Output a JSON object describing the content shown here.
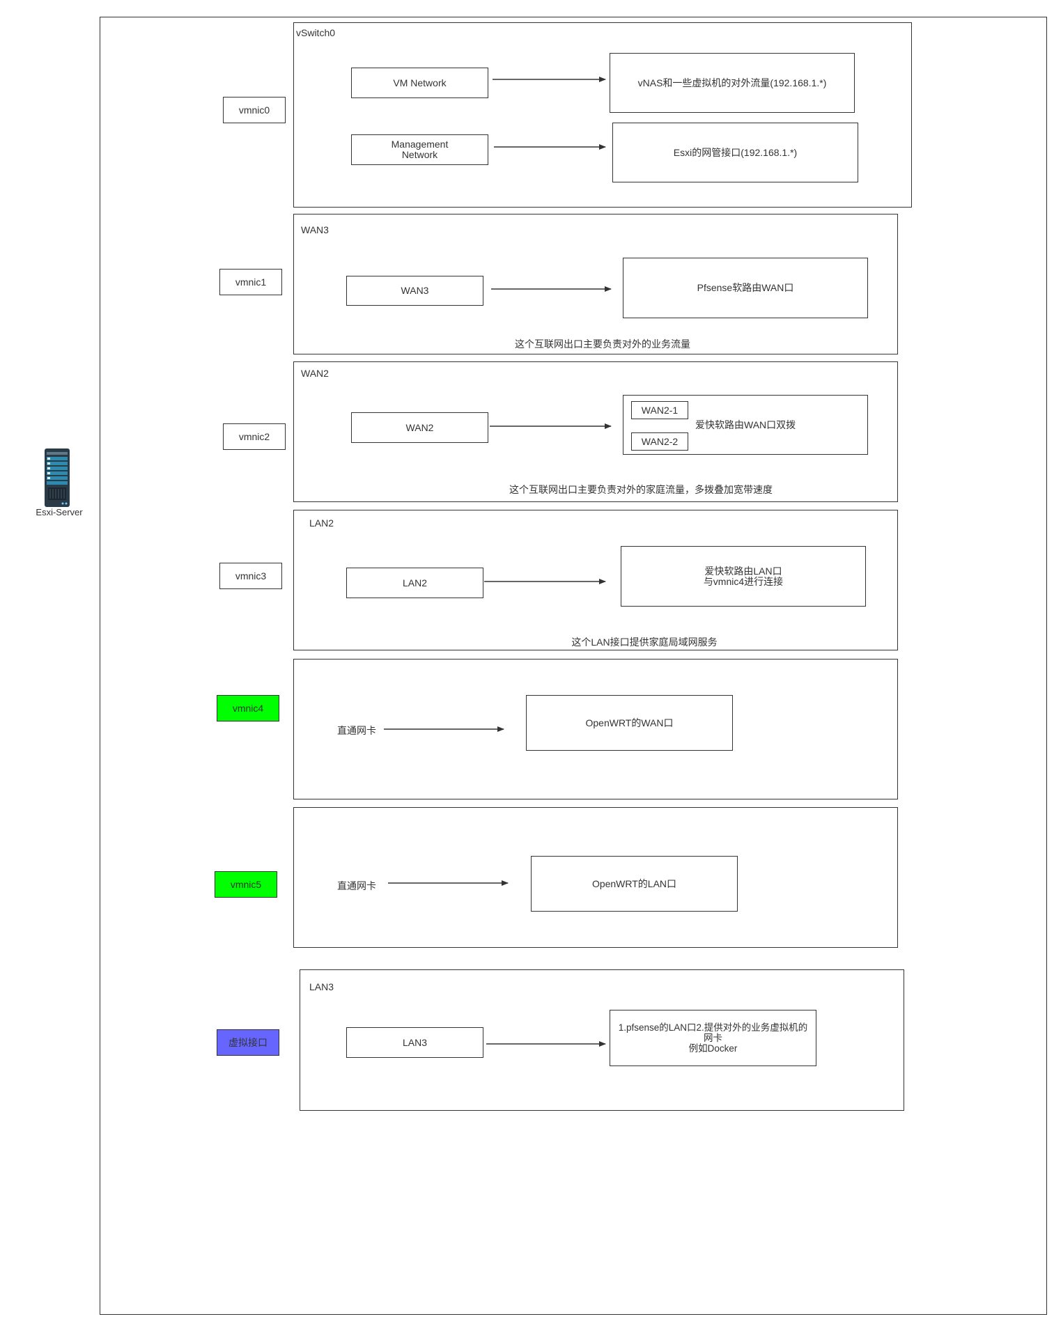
{
  "server": {
    "label": "Esxi-Server",
    "icon": "server-rack-icon"
  },
  "nics": [
    {
      "label": "vmnic0"
    },
    {
      "label": "vmnic1"
    },
    {
      "label": "vmnic2"
    },
    {
      "label": "vmnic3"
    },
    {
      "label": "vmnic4",
      "fill": "#00ff00"
    },
    {
      "label": "vmnic5",
      "fill": "#00ff00"
    },
    {
      "label": "虚拟接口",
      "fill": "#6666ff"
    }
  ],
  "groups": [
    {
      "title": "vSwitch0",
      "ports": [
        {
          "source": "VM Network",
          "target": "vNAS和一些虚拟机的对外流量(192.168.1.*)"
        },
        {
          "source": "Management\nNetwork",
          "target": "Esxi的网管接口(192.168.1.*)"
        }
      ],
      "note": ""
    },
    {
      "title": "WAN3",
      "ports": [
        {
          "source": "WAN3",
          "target": "Pfsense软路由WAN口"
        }
      ],
      "note": "这个互联网出口主要负责对外的业务流量"
    },
    {
      "title": "WAN2",
      "ports": [
        {
          "source": "WAN2",
          "target": "爱快软路由WAN口双拨"
        }
      ],
      "sub_ports": [
        "WAN2-1",
        "WAN2-2"
      ],
      "note": "这个互联网出口主要负责对外的家庭流量，多拨叠加宽带速度"
    },
    {
      "title": "LAN2",
      "ports": [
        {
          "source": "LAN2",
          "target": "爱快软路由LAN口\n与vmnic4进行连接"
        }
      ],
      "note": "这个LAN接口提供家庭局域网服务"
    },
    {
      "title": "",
      "ports": [
        {
          "source": "直通网卡",
          "target": "OpenWRT的WAN口"
        }
      ],
      "note": ""
    },
    {
      "title": "",
      "ports": [
        {
          "source": "直通网卡",
          "target": "OpenWRT的LAN口"
        }
      ],
      "note": ""
    },
    {
      "title": "LAN3",
      "ports": [
        {
          "source": "LAN3",
          "target": "1.pfsense的LAN口2.提供对外的业务虚拟机的\n网卡\n例如Docker"
        }
      ],
      "note": ""
    }
  ]
}
